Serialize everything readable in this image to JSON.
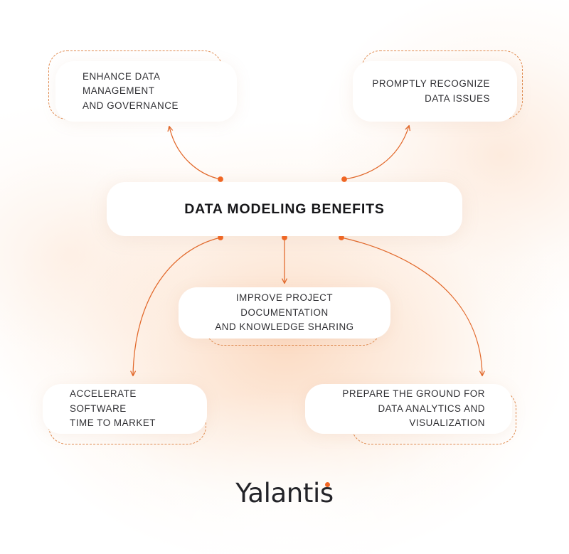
{
  "diagram": {
    "title": "DATA MODELING BENEFITS",
    "hub": {
      "label": "DATA MODELING BENEFITS"
    },
    "nodes": [
      {
        "id": "enhance-data-management",
        "label": "ENHANCE DATA MANAGEMENT\nAND GOVERNANCE",
        "position": "top-left",
        "align": "left"
      },
      {
        "id": "promptly-recognize-data-issues",
        "label": "PROMPTLY RECOGNIZE\nDATA ISSUES",
        "position": "top-right",
        "align": "right"
      },
      {
        "id": "improve-project-documentation",
        "label": "IMPROVE PROJECT DOCUMENTATION\nAND KNOWLEDGE SHARING",
        "position": "middle-center",
        "align": "center"
      },
      {
        "id": "accelerate-software-time-to-market",
        "label": "ACCELERATE SOFTWARE\nTIME TO MARKET",
        "position": "bottom-left",
        "align": "left"
      },
      {
        "id": "prepare-the-ground-for-data-analytics",
        "label": "PREPARE THE GROUND FOR\nDATA ANALYTICS AND VISUALIZATION",
        "position": "bottom-right",
        "align": "right"
      }
    ],
    "connectors": [
      {
        "from": "hub",
        "to": "enhance-data-management",
        "style": "curved-arrow"
      },
      {
        "from": "hub",
        "to": "promptly-recognize-data-issues",
        "style": "curved-arrow"
      },
      {
        "from": "hub",
        "to": "improve-project-documentation",
        "style": "straight-arrow"
      },
      {
        "from": "hub",
        "to": "accelerate-software-time-to-market",
        "style": "curved-arrow"
      },
      {
        "from": "hub",
        "to": "prepare-the-ground-for-data-analytics",
        "style": "curved-arrow"
      }
    ]
  },
  "branding": {
    "logo_text": "Yalantis"
  },
  "colors": {
    "accent": "#f26522",
    "connector": "#e2682a",
    "dashed_border": "#e08a4e",
    "card_background": "#ffffff",
    "text_primary": "#2f2f33",
    "hub_text": "#17171a",
    "page_background": "#ffffff",
    "wash_peach": "#fad7bf"
  }
}
